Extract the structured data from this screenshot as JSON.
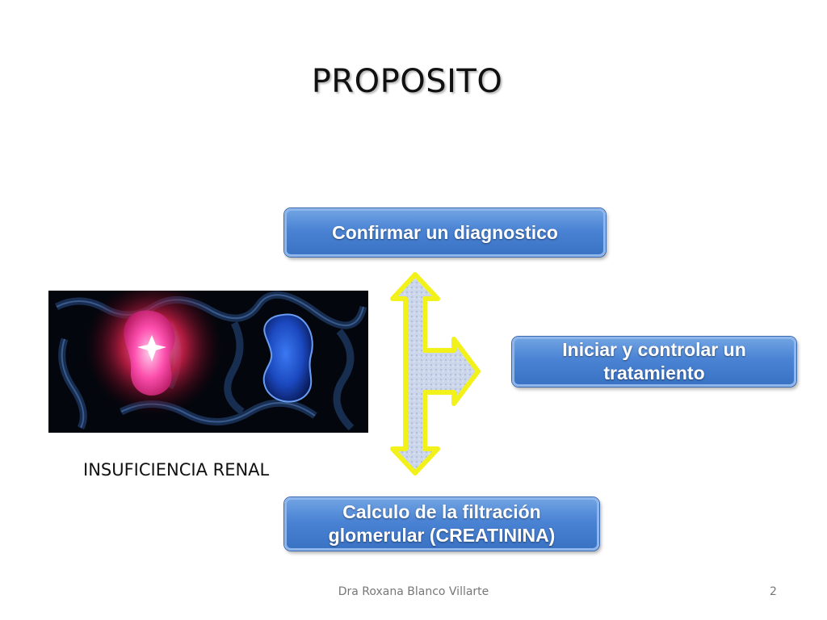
{
  "slide": {
    "title": "PROPOSITO",
    "boxes": {
      "diagnostic": "Confirmar un diagnostico",
      "treatment": "Iniciar y controlar un tratamiento",
      "calculation": "Calculo de la filtración glomerular (CREATININA)"
    },
    "image_caption": "INSUFICIENCIA RENAL",
    "footer": {
      "author": "Dra Roxana Blanco Villarte",
      "page_number": "2"
    }
  },
  "colors": {
    "box_fill": "#4a83d4",
    "box_border": "#8fb6ea",
    "arrow_outline": "#f2f21a",
    "arrow_fill": "#cfd8ea"
  }
}
